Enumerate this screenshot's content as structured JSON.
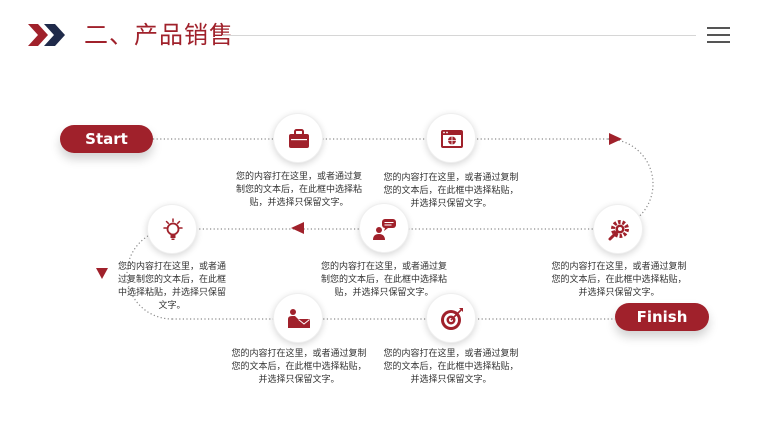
{
  "header": {
    "title": "二、产品销售"
  },
  "colors": {
    "accent": "#a0212b",
    "navy": "#1f2a4a",
    "dot": "#8a8a8a"
  },
  "flow": {
    "start_label": "Start",
    "finish_label": "Finish",
    "steps": [
      {
        "icon": "briefcase-icon",
        "text": "您的内容打在这里，或者通过复\n制您的文本后，在此框中选择粘\n贴，并选择只保留文字。"
      },
      {
        "icon": "web-browser-icon",
        "text": "您的内容打在这里，或者通过复制\n您的文本后，在此框中选择粘贴，\n并选择只保留文字。"
      },
      {
        "icon": "gear-wrench-icon",
        "text": "您的内容打在这里，或者通过复制\n您的文本后，在此框中选择粘贴，\n并选择只保留文字。"
      },
      {
        "icon": "speech-person-icon",
        "text": "您的内容打在这里，或者通过复\n制您的文本后，在此框中选择粘\n贴，并选择只保留文字。"
      },
      {
        "icon": "lightbulb-icon",
        "text": "您的内容打在这里，或者通\n过复制您的文本后，在此框\n中选择粘贴，并选择只保留\n文字。"
      },
      {
        "icon": "person-mail-icon",
        "text": "您的内容打在这里，或者通过复制\n您的文本后，在此框中选择粘贴，\n并选择只保留文字。"
      },
      {
        "icon": "target-icon",
        "text": "您的内容打在这里，或者通过复制\n您的文本后，在此框中选择粘贴，\n并选择只保留文字。"
      }
    ]
  }
}
